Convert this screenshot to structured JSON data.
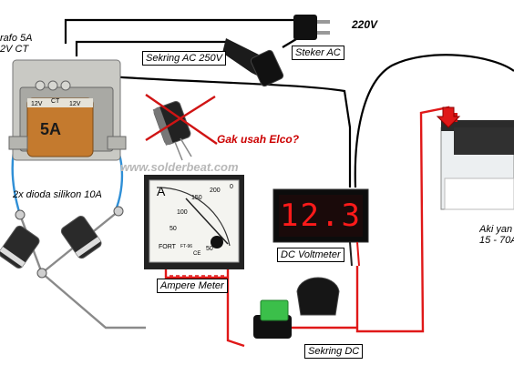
{
  "labels": {
    "trafo_line1": "rafo 5A",
    "trafo_line2": "2V CT",
    "voltage_220": "220V",
    "sekring_ac": "Sekring AC 250V",
    "steker_ac": "Steker AC",
    "no_elco": "Gak usah Elco?",
    "watermark": "www.solderbeat.com",
    "dioda": "2x dioda silikon 10A",
    "dc_voltmeter": "DC Voltmeter",
    "ampere_meter": "Ampere Meter",
    "sekring_dc": "Sekring DC",
    "aki_line1": "Aki yan",
    "aki_line2": "15 - 70A"
  },
  "transformer": {
    "rating": "5A",
    "tap_left": "12V",
    "tap_center": "CT",
    "tap_right": "12V"
  },
  "ammeter": {
    "unit": "A",
    "scale": [
      "50",
      "100",
      "150",
      "200"
    ],
    "scale_top_right": "0",
    "scale_bottom": "50",
    "brand": "FORT",
    "model": "FT-96",
    "class": "CE"
  },
  "voltmeter": {
    "reading": "12.3"
  },
  "colors": {
    "ac_wire": "#000000",
    "secondary_wire": "#2f8fd6",
    "dc_positive": "#e01818",
    "display_digits": "#ff1a1a",
    "warning_text": "#cc0000"
  }
}
